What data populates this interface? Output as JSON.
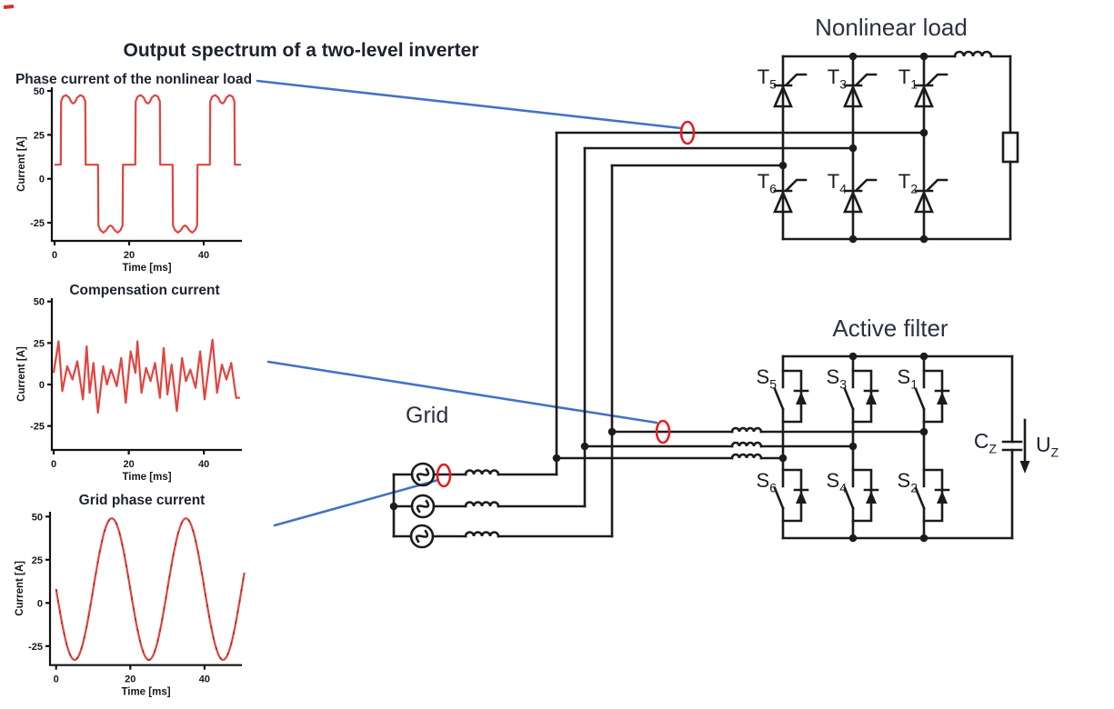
{
  "title": "Output spectrum of a two-level inverter",
  "colors": {
    "waveform_red": "#e0453f",
    "probe_red": "#e32020",
    "connector_blue": "#4472c4",
    "circuit_black": "#1c1c1c",
    "text_dark": "#1d2230"
  },
  "chart_data": [
    {
      "type": "line",
      "title": "Phase current of the nonlinear load",
      "xlabel": "Time [ms]",
      "ylabel": "Current [A]",
      "xticks": [
        0,
        20,
        40
      ],
      "yticks": [
        50,
        25,
        0,
        -25
      ],
      "xlim": [
        0,
        50
      ],
      "ylim": [
        -35,
        52
      ],
      "grid": false,
      "series_color": "#e0453f",
      "points": [
        [
          0,
          8
        ],
        [
          1.65,
          8
        ],
        [
          1.75,
          44
        ],
        [
          2.3,
          46.8
        ],
        [
          3.1,
          47.6
        ],
        [
          3.9,
          46.2
        ],
        [
          4.5,
          43.6
        ],
        [
          5,
          42.8
        ],
        [
          5.5,
          43.6
        ],
        [
          6.1,
          46.2
        ],
        [
          6.9,
          47.6
        ],
        [
          7.7,
          46.8
        ],
        [
          8.25,
          44
        ],
        [
          8.35,
          8
        ],
        [
          11.65,
          8
        ],
        [
          11.75,
          -26.5
        ],
        [
          12.3,
          -29.2
        ],
        [
          13.1,
          -30.6
        ],
        [
          13.9,
          -29.2
        ],
        [
          14.5,
          -27.2
        ],
        [
          15,
          -26.6
        ],
        [
          15.5,
          -27.2
        ],
        [
          16.1,
          -29.2
        ],
        [
          16.9,
          -30.6
        ],
        [
          17.7,
          -29.2
        ],
        [
          18.25,
          -26.5
        ],
        [
          18.35,
          8
        ],
        [
          21.65,
          8
        ],
        [
          21.75,
          44
        ],
        [
          22.3,
          46.8
        ],
        [
          23.1,
          47.6
        ],
        [
          23.9,
          46.2
        ],
        [
          24.5,
          43.6
        ],
        [
          25,
          42.8
        ],
        [
          25.5,
          43.6
        ],
        [
          26.1,
          46.2
        ],
        [
          26.9,
          47.6
        ],
        [
          27.7,
          46.8
        ],
        [
          28.25,
          44
        ],
        [
          28.35,
          8
        ],
        [
          31.65,
          8
        ],
        [
          31.75,
          -26.5
        ],
        [
          32.3,
          -29.2
        ],
        [
          33.1,
          -30.6
        ],
        [
          33.9,
          -29.2
        ],
        [
          34.5,
          -27.2
        ],
        [
          35,
          -26.6
        ],
        [
          35.5,
          -27.2
        ],
        [
          36.1,
          -29.2
        ],
        [
          36.9,
          -30.6
        ],
        [
          37.7,
          -29.2
        ],
        [
          38.25,
          -26.5
        ],
        [
          38.35,
          8
        ],
        [
          41.65,
          8
        ],
        [
          41.75,
          44
        ],
        [
          42.3,
          46.8
        ],
        [
          43.1,
          47.6
        ],
        [
          43.9,
          46.2
        ],
        [
          44.5,
          43.6
        ],
        [
          45,
          42.8
        ],
        [
          45.5,
          43.6
        ],
        [
          46.1,
          46.2
        ],
        [
          46.9,
          47.6
        ],
        [
          47.7,
          46.8
        ],
        [
          48.25,
          44
        ],
        [
          48.35,
          8
        ],
        [
          50,
          8
        ]
      ]
    },
    {
      "type": "line",
      "title": "Compensation current",
      "xlabel": "Time [ms]",
      "ylabel": "Current [A]",
      "xticks": [
        0,
        20,
        40
      ],
      "yticks": [
        50,
        25,
        0,
        -25
      ],
      "xlim": [
        0,
        50
      ],
      "ylim": [
        -39,
        52
      ],
      "grid": false,
      "series_color": "#e0453f",
      "points": [
        [
          0,
          7
        ],
        [
          1.3,
          26
        ],
        [
          2.3,
          -4
        ],
        [
          3.6,
          11
        ],
        [
          5,
          3
        ],
        [
          6.3,
          14
        ],
        [
          7.8,
          -9
        ],
        [
          8.8,
          23
        ],
        [
          9.6,
          -5
        ],
        [
          10.6,
          13
        ],
        [
          11.8,
          -17
        ],
        [
          13.2,
          11
        ],
        [
          14.2,
          0
        ],
        [
          15.3,
          9
        ],
        [
          16.8,
          -1
        ],
        [
          18,
          16
        ],
        [
          19.2,
          -11
        ],
        [
          20.5,
          20
        ],
        [
          21.8,
          7
        ],
        [
          22.3,
          26
        ],
        [
          23.4,
          -5
        ],
        [
          24.6,
          10
        ],
        [
          25.8,
          2
        ],
        [
          27,
          13
        ],
        [
          28.3,
          -8
        ],
        [
          29.3,
          22
        ],
        [
          30.3,
          -6
        ],
        [
          31.4,
          12
        ],
        [
          32.8,
          -16
        ],
        [
          34.2,
          16
        ],
        [
          35.2,
          2
        ],
        [
          36.4,
          9
        ],
        [
          37.8,
          -2
        ],
        [
          39,
          20
        ],
        [
          40.2,
          -9
        ],
        [
          41.5,
          14
        ],
        [
          42.3,
          27
        ],
        [
          43.5,
          -5
        ],
        [
          44.8,
          12
        ],
        [
          46,
          3
        ],
        [
          47.3,
          13
        ],
        [
          48.6,
          -8
        ],
        [
          49.6,
          -8
        ]
      ]
    },
    {
      "type": "line",
      "title": "Grid phase current",
      "xlabel": "Time [ms]",
      "ylabel": "Current [A]",
      "xticks": [
        0,
        20,
        40
      ],
      "yticks": [
        50,
        25,
        0,
        -25
      ],
      "xlim": [
        0,
        51
      ],
      "ylim": [
        -36,
        52
      ],
      "grid": false,
      "series_color": "#e0453f",
      "sine": {
        "offset": 8,
        "amplitude": -41,
        "period_ms": 20,
        "t_start": 0,
        "t_end": 50.8
      }
    }
  ],
  "circuit": {
    "nonlinear_load_title": "Nonlinear load",
    "active_filter_title": "Active filter",
    "grid_label": "Grid",
    "thyristor_labels": [
      {
        "base": "T",
        "sub": "5"
      },
      {
        "base": "T",
        "sub": "3"
      },
      {
        "base": "T",
        "sub": "1"
      },
      {
        "base": "T",
        "sub": "6"
      },
      {
        "base": "T",
        "sub": "4"
      },
      {
        "base": "T",
        "sub": "2"
      }
    ],
    "switch_labels": [
      {
        "base": "S",
        "sub": "5"
      },
      {
        "base": "S",
        "sub": "3"
      },
      {
        "base": "S",
        "sub": "1"
      },
      {
        "base": "S",
        "sub": "6"
      },
      {
        "base": "S",
        "sub": "4"
      },
      {
        "base": "S",
        "sub": "2"
      }
    ],
    "capacitor_label": {
      "base": "C",
      "sub": "Z"
    },
    "voltage_label": {
      "base": "U",
      "sub": "Z"
    }
  }
}
